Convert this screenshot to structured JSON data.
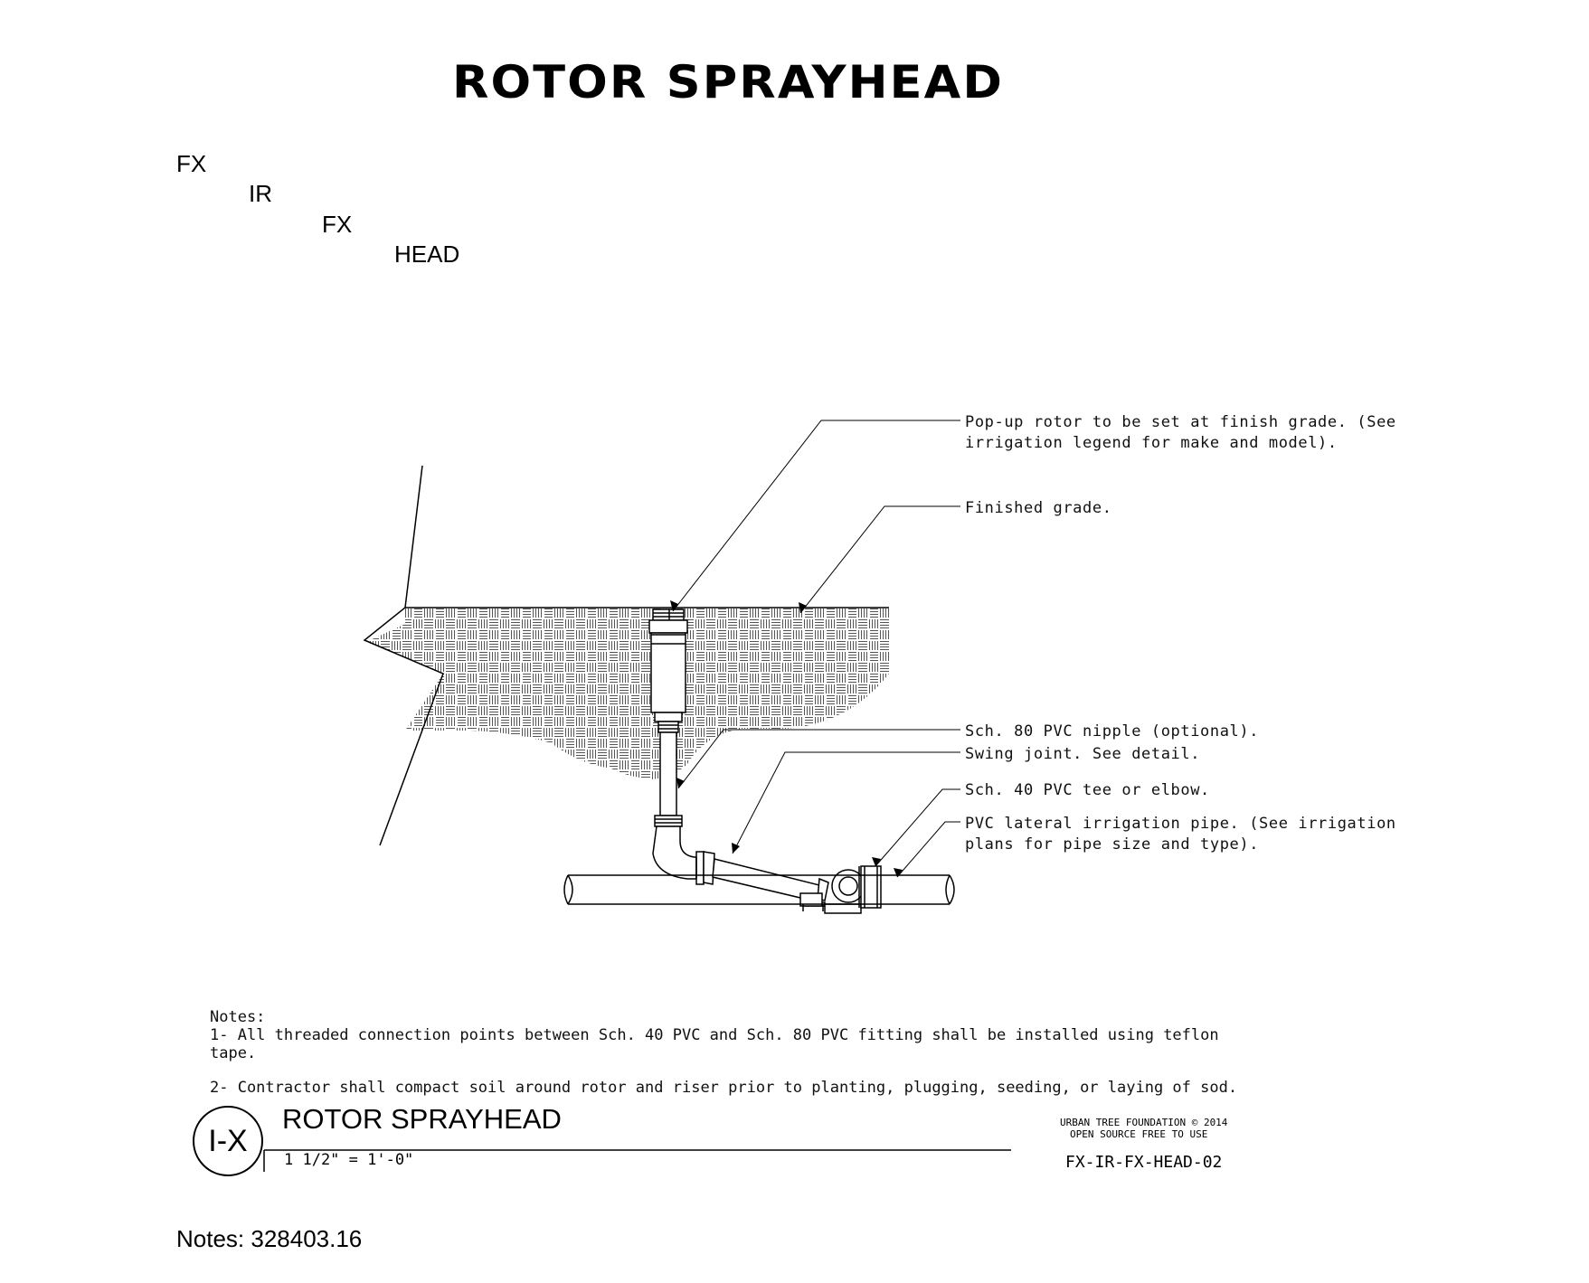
{
  "title": "ROTOR SPRAYHEAD",
  "codes": [
    "FX",
    "IR",
    "FX",
    "HEAD"
  ],
  "callouts": {
    "rotor": [
      "Pop-up rotor to be set at finish grade. (See",
      "irrigation legend for make and model)."
    ],
    "grade": [
      "Finished grade."
    ],
    "nipple": [
      "Sch. 80 PVC nipple (optional)."
    ],
    "swing": [
      "Swing joint. See detail."
    ],
    "tee": [
      "Sch. 40 PVC tee or elbow."
    ],
    "lateral": [
      "PVC lateral irrigation pipe. (See irrigation",
      "plans for pipe size and type)."
    ]
  },
  "notes": {
    "heading": "Notes:",
    "items": [
      [
        "1- All threaded connection points between Sch. 40 PVC and Sch. 80 PVC fitting shall be installed using teflon",
        "tape."
      ],
      [
        "2- Contractor shall compact soil around rotor and riser prior to planting, plugging, seeding, or laying of sod."
      ]
    ]
  },
  "title_block": {
    "badge": "I-X",
    "detail_title": "ROTOR SPRAYHEAD",
    "scale": "1 1/2\" = 1'-0\"",
    "credit_line1": "URBAN TREE FOUNDATION © 2014",
    "credit_line2": "OPEN SOURCE FREE TO USE",
    "drawing_number": "FX-IR-FX-HEAD-02"
  },
  "footer_notes": "Notes: 328403.16"
}
